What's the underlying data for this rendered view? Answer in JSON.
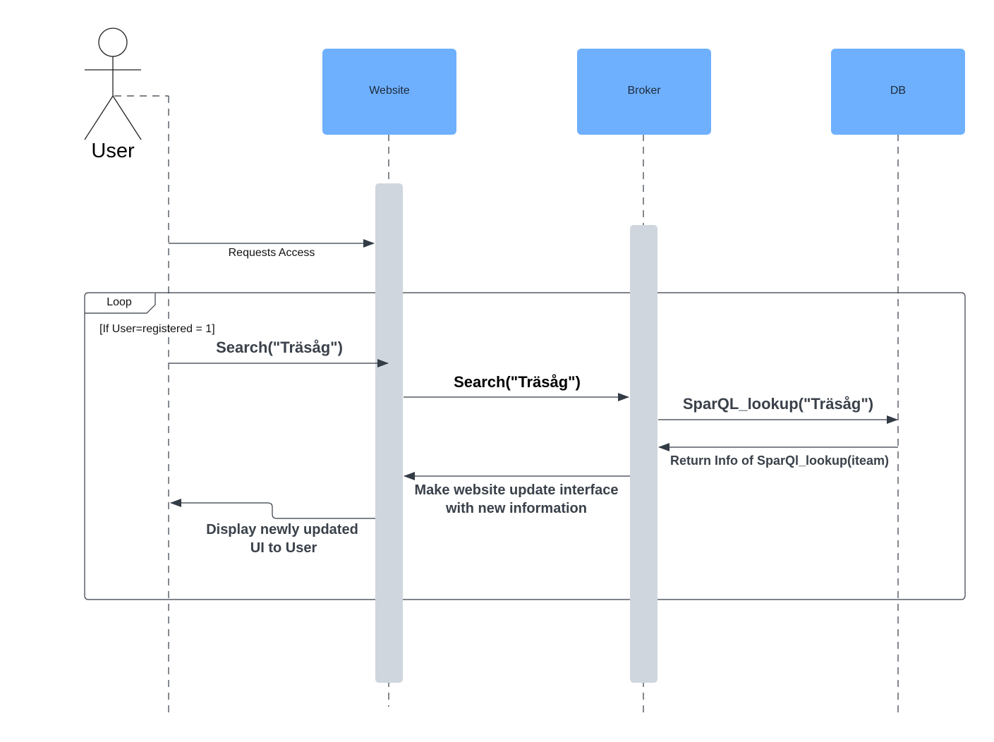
{
  "actor": {
    "label": "User"
  },
  "participants": [
    {
      "id": "website",
      "label": "Website"
    },
    {
      "id": "broker",
      "label": "Broker"
    },
    {
      "id": "db",
      "label": "DB"
    }
  ],
  "loop": {
    "label": "Loop",
    "guard": "[If User=registered = 1]"
  },
  "messages": {
    "requests_access": "Requests Access",
    "search_user": "Search(\"Träsåg\")",
    "search_website": "Search(\"Träsåg\")",
    "sparql_lookup": "SparQL_lookup(\"Träsåg\")",
    "return_info": "Return Info of SparQl_lookup(iteam)",
    "update_interface_line1": "Make website update interface",
    "update_interface_line2": "with new information",
    "display_line1": "Display newly updated",
    "display_line2": "UI to User"
  },
  "colors": {
    "participant_fill": "#6eb0fe",
    "activation_fill": "#cfd6de",
    "line": "#333b45",
    "text_dark": "#3a414a"
  }
}
